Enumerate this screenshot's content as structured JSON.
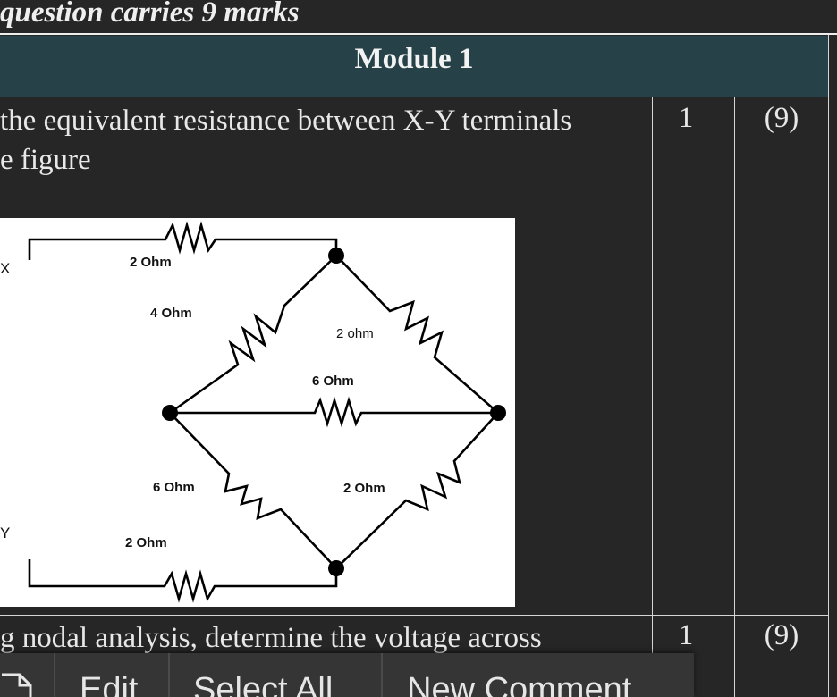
{
  "header": {
    "note": "question carries 9 marks"
  },
  "module": {
    "title": "Module 1"
  },
  "questions": [
    {
      "line1": "the equivalent resistance between X-Y terminals",
      "line2": "e figure",
      "col_a": "1",
      "col_b": "(9)"
    },
    {
      "line1": "g nodal analysis, determine the voltage across",
      "col_a": "1",
      "col_b": "(9)"
    }
  ],
  "figure": {
    "labels": {
      "x": "X",
      "y": "Y",
      "r_top": "2 Ohm",
      "r_upper_left": "4 Ohm",
      "r_upper_right": "2 ohm",
      "r_middle": "6 Ohm",
      "r_lower_left": "6 Ohm",
      "r_lower_right": "2 Ohm",
      "r_bottom": "2 Ohm"
    }
  },
  "toolbar": {
    "copy_icon": "copy-icon",
    "edit": "Edit",
    "select_all": "Select All",
    "new_comment": "New Comment"
  }
}
